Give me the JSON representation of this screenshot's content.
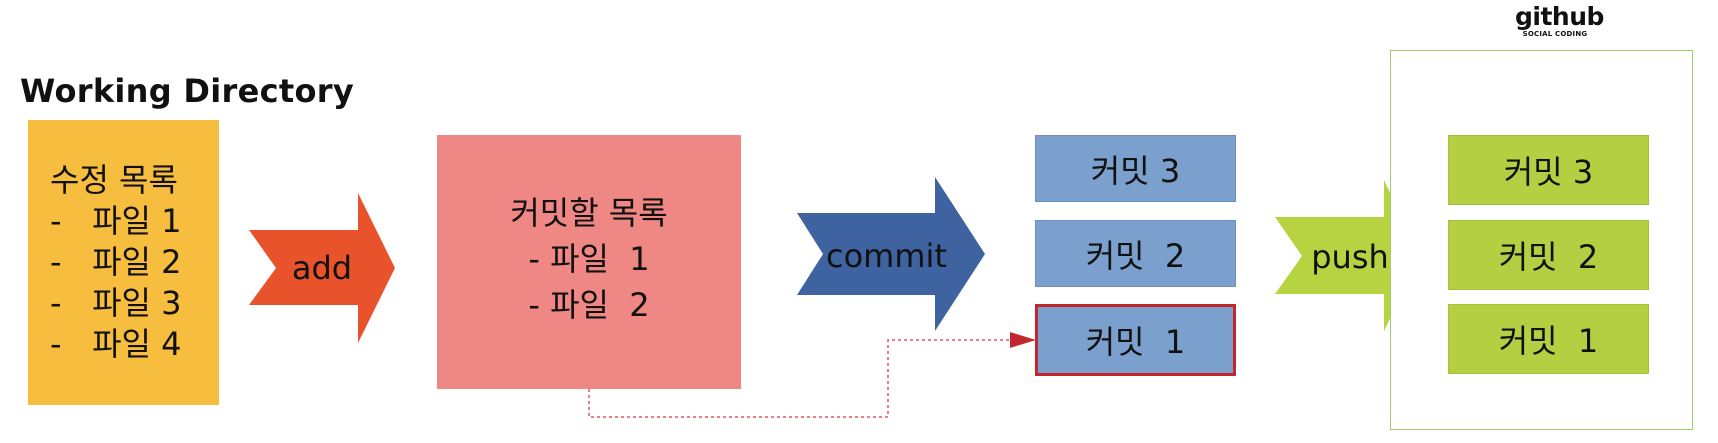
{
  "working_directory": {
    "title": "Working Directory",
    "heading": "수정 목록",
    "files": [
      "-   파일 1",
      "-   파일 2",
      "-   파일 3",
      "-   파일 4"
    ]
  },
  "add_label": "add",
  "staging": {
    "heading": "커밋할 목록",
    "files": [
      "- 파일  1",
      "- 파일  2"
    ]
  },
  "commit_label": "commit",
  "local_commits": [
    "커밋 3",
    "커밋  2",
    "커밋  1"
  ],
  "push_label": "push",
  "github": {
    "logo_text": "github",
    "logo_subtext": "SOCIAL CODING",
    "commits": [
      "커밋 3",
      "커밋  2",
      "커밋  1"
    ]
  },
  "colors": {
    "working_directory": "#f6bd3f",
    "staging": "#ef8784",
    "add_arrow": "#e9532b",
    "commit_arrow": "#3e63a0",
    "local_commit": "#7ba0cd",
    "highlight_border": "#c2272d",
    "push_arrow": "#b8d342",
    "remote_commit": "#b4cf42"
  }
}
